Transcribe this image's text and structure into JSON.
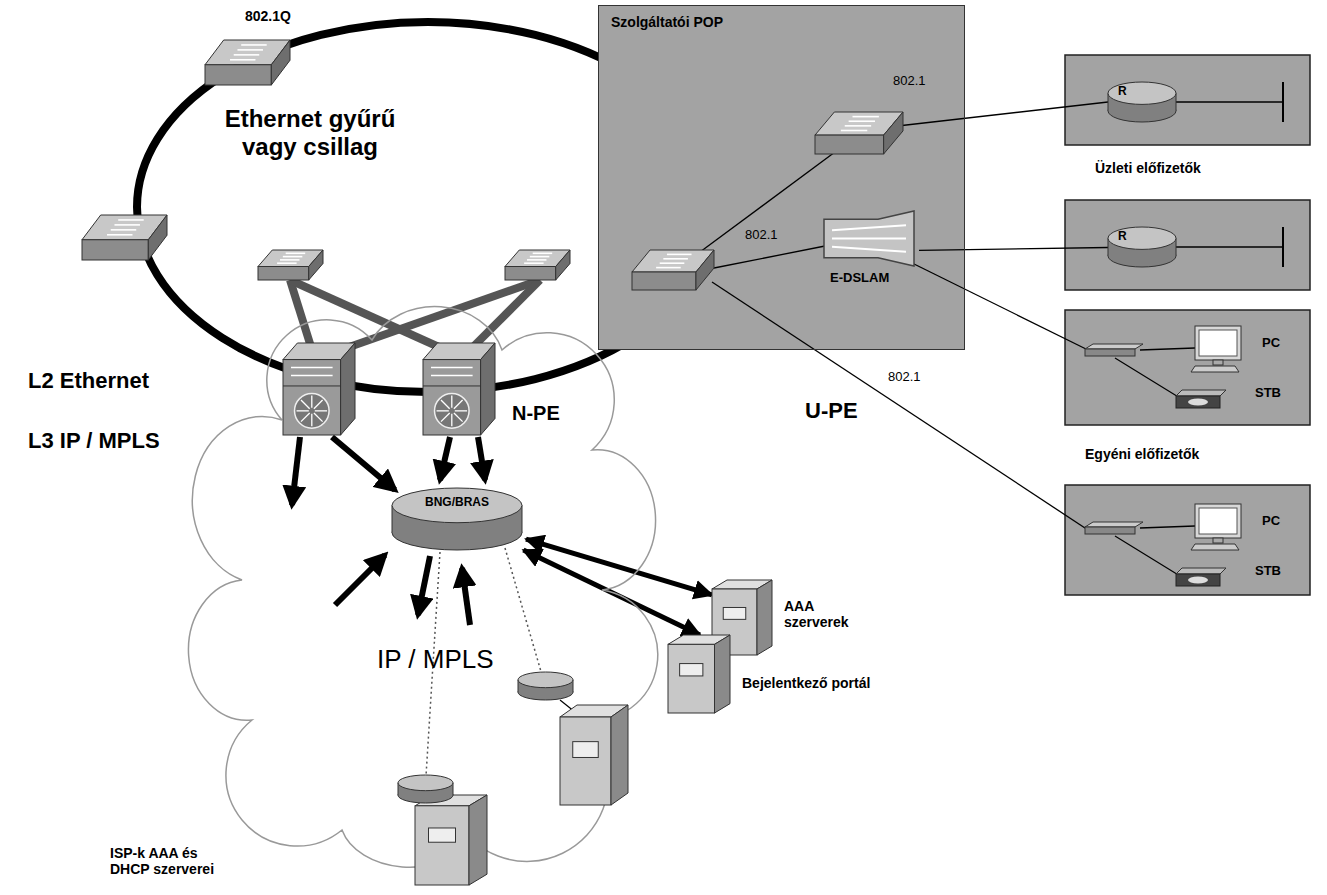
{
  "diagram": {
    "nodes": [
      {
        "text": [
          "802.1Q",
          "Ethernet gyűrű vagy csillag"
        ]
      },
      {
        "text": [
          "Szolgáltatói POP"
        ]
      },
      {
        "text": [
          "R"
        ]
      },
      {
        "text": [
          "E-DSLAM"
        ],
        "in": 1
      },
      {
        "text": [
          "R"
        ]
      },
      {
        "text": [
          "IP / MPLS"
        ]
      },
      {
        "text": [
          "BNG/BRAS"
        ],
        "in": 5
      },
      {
        "text": [
          "AAA szerverek"
        ]
      },
      {
        "text": [
          "Bejelentkező portál"
        ]
      },
      {
        "text": [
          "ISP-k AAA és DHCP szerverei"
        ]
      }
    ],
    "edges": [
      {
        "from": 3,
        "to": 4,
        "arrow": "none"
      },
      {
        "from": 6,
        "to": 7,
        "arrow": "both"
      },
      {
        "from": 6,
        "to": 8,
        "arrow": "both"
      }
    ],
    "labels": [
      "802.1",
      "Üzleti előfizetők",
      "802.1",
      "PC",
      "STB",
      "U-PE",
      "Egyéni előfizetők",
      "802.1",
      "PC",
      "STB",
      "L2 Ethernet",
      "L3 IP / MPLS",
      "N-PE"
    ]
  }
}
